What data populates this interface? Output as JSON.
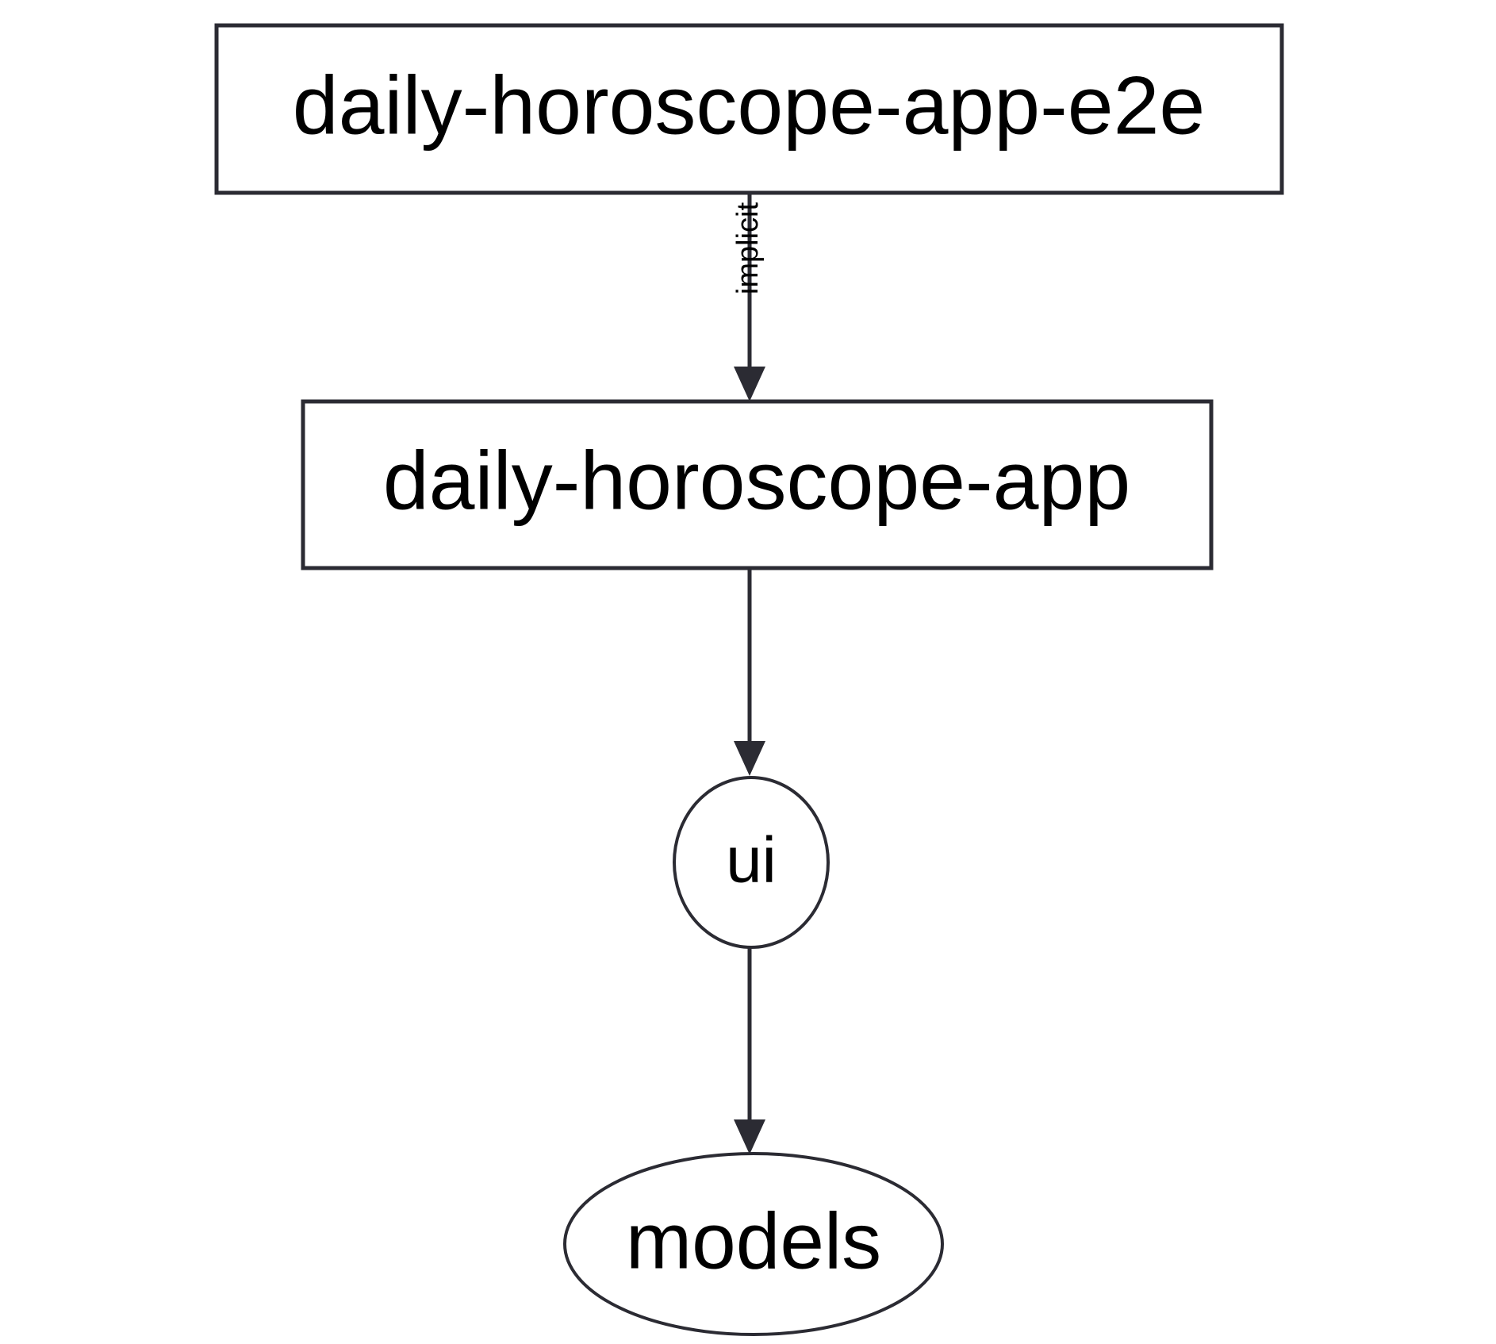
{
  "diagram": {
    "type": "directed-dependency-graph",
    "background_color": "#ffffff",
    "stroke_color": "#2b2b33",
    "text_color": "#000000",
    "nodes": [
      {
        "id": "daily-horoscope-app-e2e",
        "label": "daily-horoscope-app-e2e",
        "shape": "rectangle"
      },
      {
        "id": "daily-horoscope-app",
        "label": "daily-horoscope-app",
        "shape": "rectangle"
      },
      {
        "id": "ui",
        "label": "ui",
        "shape": "ellipse"
      },
      {
        "id": "models",
        "label": "models",
        "shape": "ellipse"
      }
    ],
    "edges": [
      {
        "from": "daily-horoscope-app-e2e",
        "to": "daily-horoscope-app",
        "label": "implicit",
        "label_orientation": "vertical"
      },
      {
        "from": "daily-horoscope-app",
        "to": "ui",
        "label": ""
      },
      {
        "from": "ui",
        "to": "models",
        "label": ""
      }
    ]
  }
}
